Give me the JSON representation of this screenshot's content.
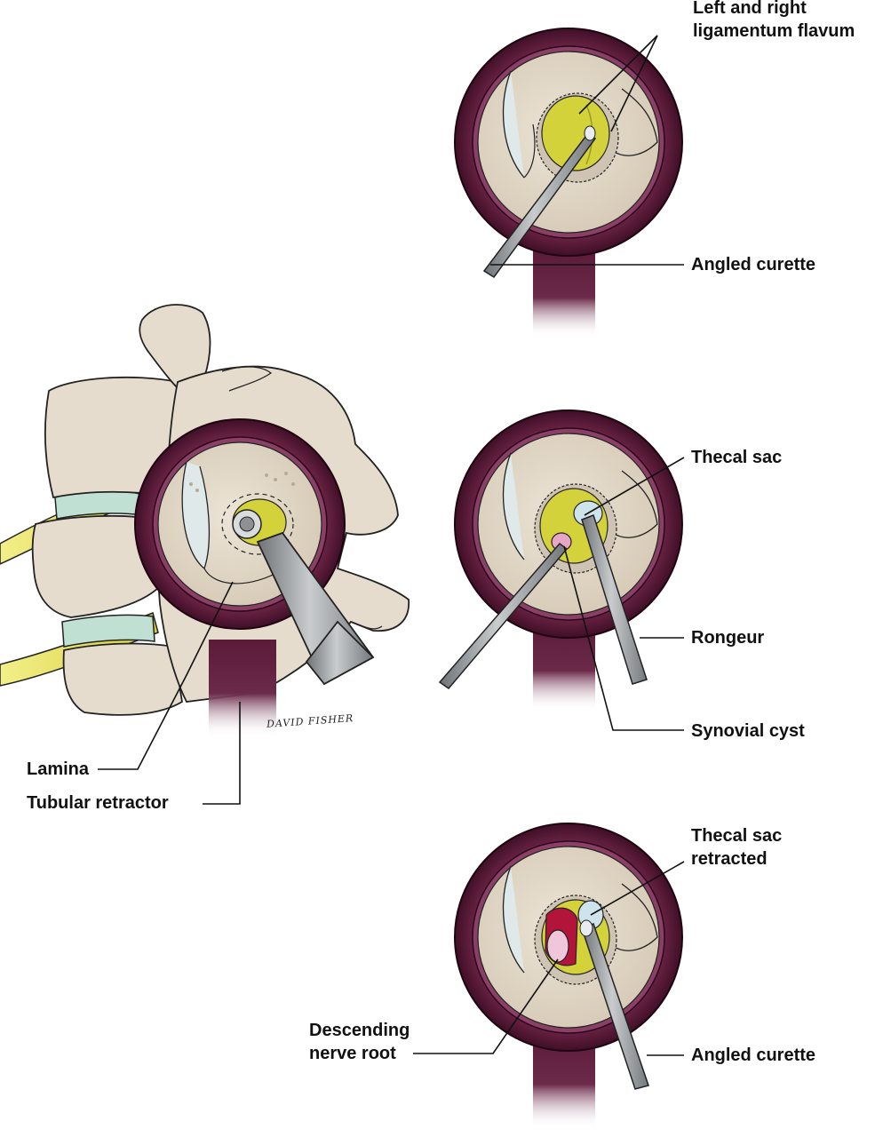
{
  "labels": {
    "ligamentum_flavum": "Left and right\nligamentum flavum",
    "angled_curette_top": "Angled curette",
    "thecal_sac": "Thecal sac",
    "rongeur": "Rongeur",
    "synovial_cyst": "Synovial cyst",
    "lamina": "Lamina",
    "tubular_retractor": "Tubular retractor",
    "thecal_sac_retracted": "Thecal sac\nretracted",
    "descending_nerve_root": "Descending\nnerve root",
    "angled_curette_bottom": "Angled curette"
  },
  "signature": "DAVID FISHER",
  "colors": {
    "retractor": "#5a1a38",
    "retractor_light": "#8a3f66",
    "bone": "#e6dccd",
    "bone_shadow": "#c9bba6",
    "ligament": "#d4d23a",
    "nerve": "#e8e26a",
    "disc": "#bfe0d2",
    "instrument": "#9a9ea1",
    "cyst": "#e8a6c6",
    "blood": "#b3143a",
    "dura": "#cfe3ec"
  }
}
